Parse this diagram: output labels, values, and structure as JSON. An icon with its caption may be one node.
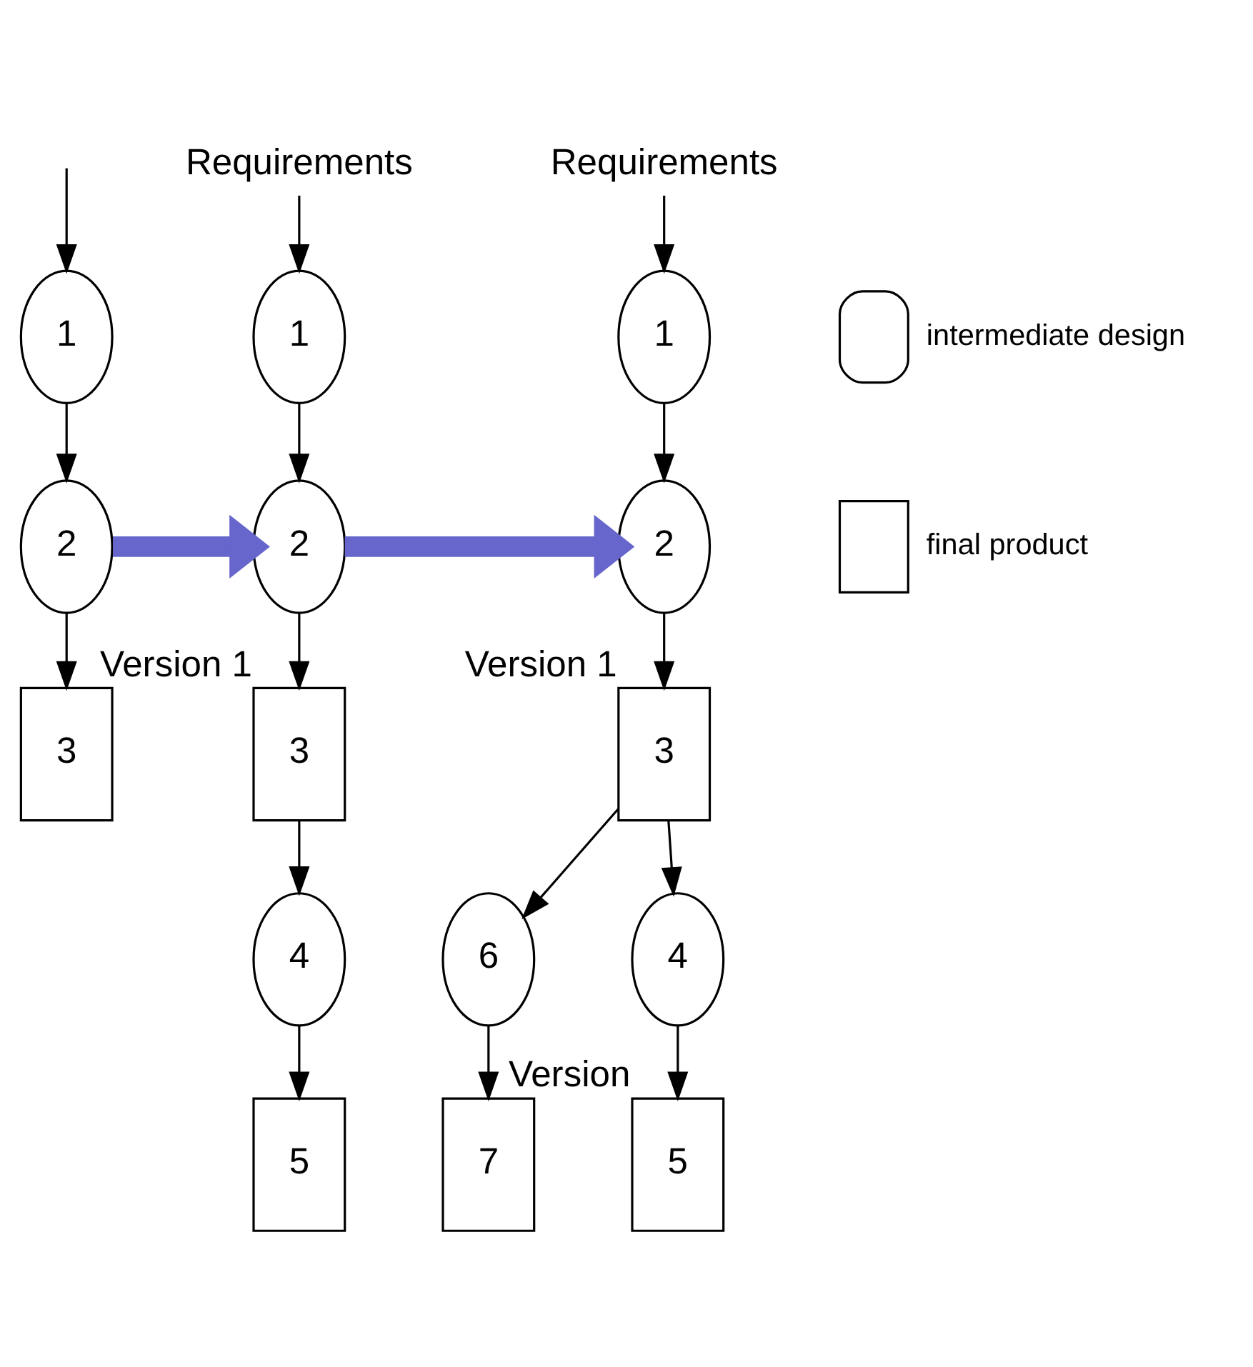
{
  "diagram": {
    "nodes": [
      {
        "text": [
          "1"
        ]
      },
      {
        "text": [
          "2"
        ]
      },
      {
        "text": [
          "3"
        ]
      },
      {
        "text": [
          "Requirements"
        ]
      },
      {
        "text": [
          "1"
        ]
      },
      {
        "text": [
          "2"
        ]
      },
      {
        "text": [
          "3"
        ],
        "beside": [
          "Version 1"
        ]
      },
      {
        "text": [
          "4"
        ]
      },
      {
        "text": [
          "5"
        ]
      },
      {
        "text": [
          "Requirements"
        ]
      },
      {
        "text": [
          "1"
        ]
      },
      {
        "text": [
          "2"
        ]
      },
      {
        "text": [
          "3"
        ],
        "beside": [
          "Version 1"
        ]
      },
      {
        "text": [
          "4"
        ]
      },
      {
        "text": [
          "6"
        ]
      },
      {
        "text": [
          "5"
        ],
        "beside": [
          "Version"
        ]
      },
      {
        "text": [
          "7"
        ]
      }
    ],
    "edges": [
      {
        "from": null,
        "to": 0,
        "arrow": "to"
      },
      {
        "from": 0,
        "to": 1,
        "arrow": "to"
      },
      {
        "from": 1,
        "to": 2,
        "arrow": "to"
      },
      {
        "from": 3,
        "to": 4,
        "arrow": "to"
      },
      {
        "from": 4,
        "to": 5,
        "arrow": "to"
      },
      {
        "from": 5,
        "to": 6,
        "arrow": "to"
      },
      {
        "from": 6,
        "to": 7,
        "arrow": "to"
      },
      {
        "from": 7,
        "to": 8,
        "arrow": "to"
      },
      {
        "from": 9,
        "to": 10,
        "arrow": "to"
      },
      {
        "from": 10,
        "to": 11,
        "arrow": "to"
      },
      {
        "from": 11,
        "to": 12,
        "arrow": "to"
      },
      {
        "from": 12,
        "to": 13,
        "arrow": "to"
      },
      {
        "from": 12,
        "to": 14,
        "arrow": "to"
      },
      {
        "from": 13,
        "to": 15,
        "arrow": "to"
      },
      {
        "from": 14,
        "to": 16,
        "arrow": "to"
      },
      {
        "from": 1,
        "to": 5,
        "arrow": "to",
        "style": "thick",
        "color": "#6666cc"
      },
      {
        "from": 5,
        "to": 11,
        "arrow": "to",
        "style": "thick",
        "color": "#6666cc"
      }
    ],
    "legend": [
      {
        "text": "intermediate design"
      },
      {
        "text": "final product"
      }
    ]
  }
}
